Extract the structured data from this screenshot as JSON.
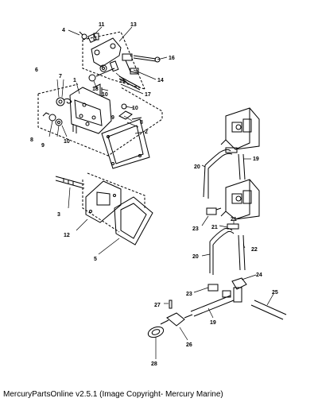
{
  "footer": {
    "text": "MercuryPartsOnline v2.5.1 (Image Copyright- Mercury Marine)"
  },
  "diagram": {
    "labels": {
      "l1": "1",
      "l2": "2",
      "l3": "3",
      "l4": "4",
      "l5": "5",
      "l6": "6",
      "l7": "7",
      "l8": "8",
      "l8b": "8",
      "l9": "9",
      "l9b": "9",
      "l10": "10",
      "l10b": "10",
      "l10c": "10",
      "l11": "11",
      "l12": "12",
      "l13": "13",
      "l14": "14",
      "l15": "15",
      "l16": "16",
      "l17": "17",
      "l18": "18",
      "l19": "19",
      "l19b": "19",
      "l20": "20",
      "l20b": "20",
      "l21": "21",
      "l21b": "21",
      "l22": "22",
      "l23": "23",
      "l23b": "23",
      "l24": "24",
      "l25": "25",
      "l26": "26",
      "l27": "27",
      "l28": "28"
    }
  }
}
